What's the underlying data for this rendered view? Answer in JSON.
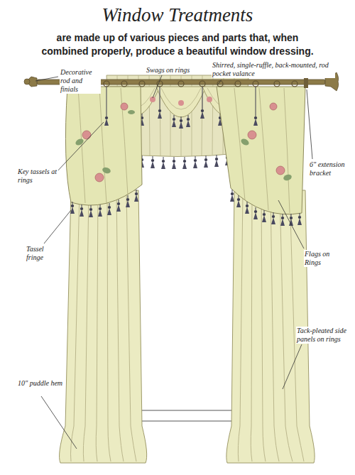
{
  "diagram": {
    "title": "Window Treatments",
    "labels": [
      "are made up of various pieces and parts that, when combined properly, produce a beautiful window dressing.",
      "Decorative rod and finials",
      "Swags on rings",
      "Shirred, single-ruffle, back-mounted, rod pocket valance",
      "Key tassels at rings",
      "6\" extension bracket",
      "Tassel fringe",
      "Flags on Rings",
      "Tack-pleated side panels on rings",
      "10\" puddle hem"
    ]
  }
}
